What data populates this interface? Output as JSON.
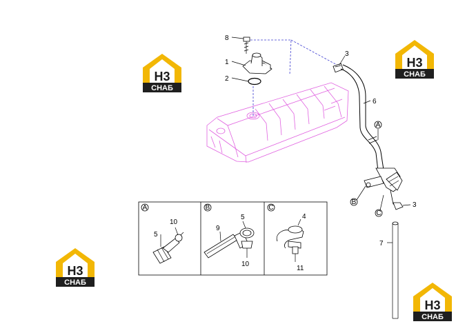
{
  "brand": {
    "logo_top": "H3",
    "logo_bottom": "СНАБ",
    "colors": {
      "yellow": "#f2b705",
      "dark": "#1f1f1f",
      "white": "#ffffff"
    }
  },
  "diagram": {
    "colors": {
      "cover_outline": "#e060e0",
      "part_line": "#000000",
      "leader_dash": "#3a3ad0"
    },
    "callouts": {
      "c8": "8",
      "c1": "1",
      "c2": "2",
      "c3_top": "3",
      "c6": "6",
      "cA": "A",
      "cB": "B",
      "cC": "C",
      "c3_mid": "3",
      "c7": "7"
    },
    "detail_panels": [
      {
        "marker": "A",
        "callouts": [
          "10",
          "5"
        ]
      },
      {
        "marker": "B",
        "callouts": [
          "9",
          "5",
          "10"
        ]
      },
      {
        "marker": "C",
        "callouts": [
          "4",
          "11"
        ]
      }
    ]
  }
}
